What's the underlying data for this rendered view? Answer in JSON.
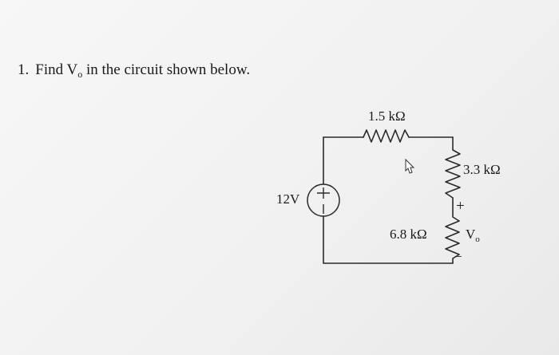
{
  "question": {
    "number": "1.",
    "text_before": "Find V",
    "subscript": "o",
    "text_after": " in the circuit shown below."
  },
  "circuit": {
    "source_label": "12V",
    "source_plus": "+",
    "source_minus": "|",
    "r1_label": "1.5 kΩ",
    "r2_label": "3.3 kΩ",
    "r3_label": "6.8 kΩ",
    "vo_plus": "+",
    "vo_minus": "−",
    "vo_label": "V",
    "vo_sub": "o"
  },
  "icons": {
    "cursor": "mouse-pointer-icon"
  }
}
